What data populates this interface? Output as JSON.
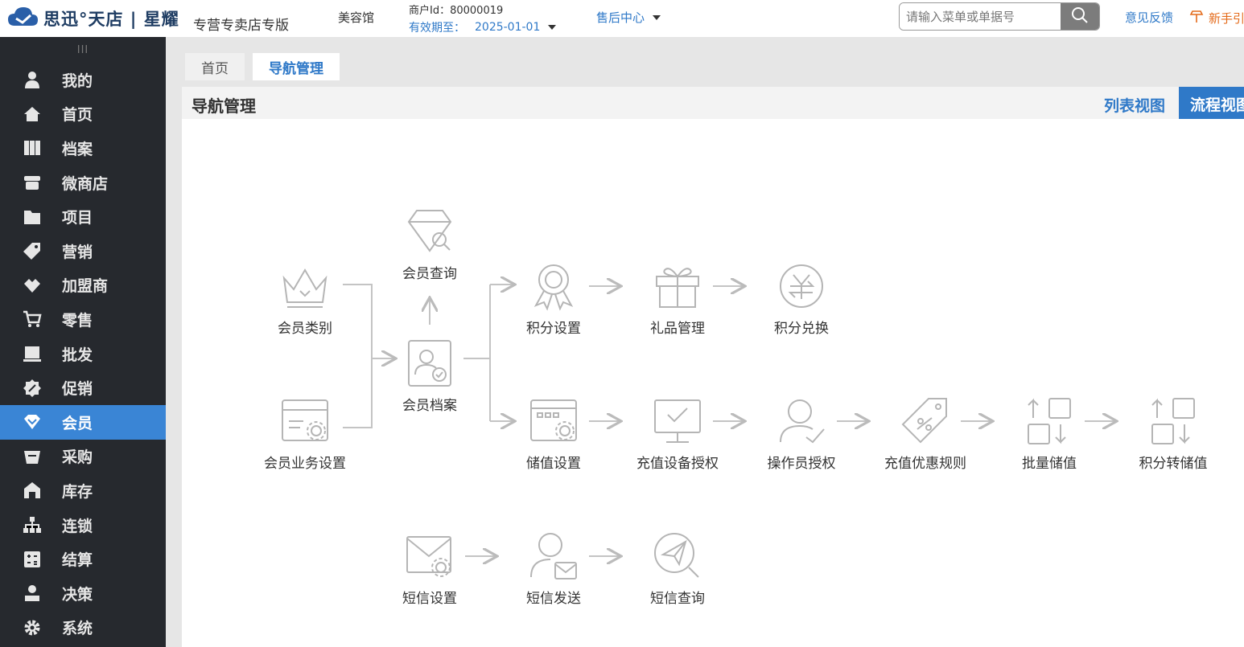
{
  "header": {
    "logo_text": "思迅°天店 | 星耀",
    "edition": "专营专卖店专版",
    "shop_name": "美容馆",
    "merchant_id": "商户Id：80000019",
    "expiry_label": "有效期至：",
    "expiry_value": "2025-01-01",
    "service": "售后中心",
    "search_placeholder": "请输入菜单或单据号",
    "feedback": "意见反馈",
    "guide": "新手引"
  },
  "sidebar": {
    "handle": "III",
    "items": [
      {
        "label": "我的",
        "icon": "user-icon"
      },
      {
        "label": "首页",
        "icon": "home-icon"
      },
      {
        "label": "档案",
        "icon": "archive-icon"
      },
      {
        "label": "微商店",
        "icon": "store-icon"
      },
      {
        "label": "项目",
        "icon": "folder-icon"
      },
      {
        "label": "营销",
        "icon": "tag-icon"
      },
      {
        "label": "加盟商",
        "icon": "handshake-icon"
      },
      {
        "label": "零售",
        "icon": "cart-icon"
      },
      {
        "label": "批发",
        "icon": "wholesale-icon"
      },
      {
        "label": "促销",
        "icon": "promotion-icon"
      },
      {
        "label": "会员",
        "icon": "member-icon"
      },
      {
        "label": "采购",
        "icon": "basket-icon"
      },
      {
        "label": "库存",
        "icon": "warehouse-icon"
      },
      {
        "label": "连锁",
        "icon": "org-chart-icon"
      },
      {
        "label": "结算",
        "icon": "calculator-icon"
      },
      {
        "label": "决策",
        "icon": "decision-icon"
      },
      {
        "label": "系统",
        "icon": "gear-icon"
      }
    ],
    "active_index": 10
  },
  "tabs": [
    {
      "label": "首页"
    },
    {
      "label": "导航管理"
    }
  ],
  "panel": {
    "title": "导航管理",
    "view_list": "列表视图",
    "view_flow": "流程视图"
  },
  "flow": {
    "nodes": {
      "member_category": "会员类别",
      "member_business": "会员业务设置",
      "member_query": "会员查询",
      "member_file": "会员档案",
      "points_setting": "积分设置",
      "gift_manage": "礼品管理",
      "points_exchange": "积分兑换",
      "stored_setting": "储值设置",
      "device_auth": "充值设备授权",
      "operator_auth": "操作员授权",
      "recharge_rule": "充值优惠规则",
      "batch_stored": "批量储值",
      "points_to_stored": "积分转储值",
      "sms_setting": "短信设置",
      "sms_send": "短信发送",
      "sms_query": "短信查询"
    }
  },
  "colors": {
    "sidebar_bg": "#26292e",
    "active_blue": "#3a85d5",
    "link_blue": "#2f79c8",
    "guide_orange": "#e46b1b"
  }
}
